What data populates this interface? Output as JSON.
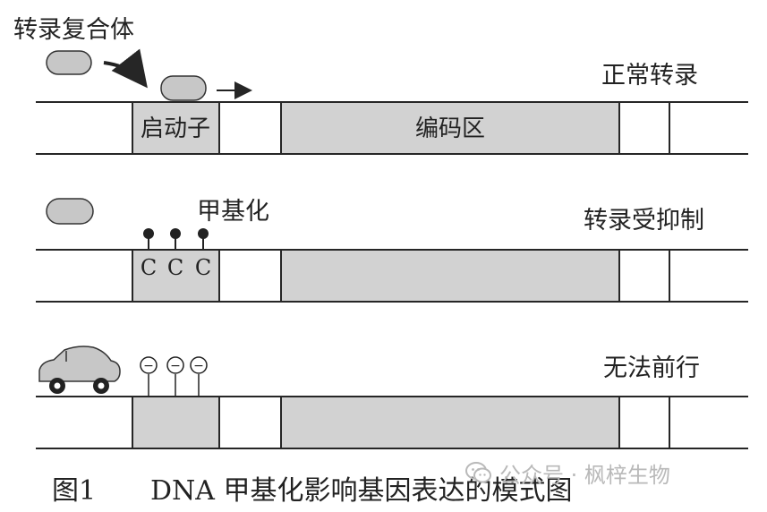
{
  "labels": {
    "complex": "转录复合体",
    "normal": "正常转录",
    "promoter": "启动子",
    "coding": "编码区",
    "methylation": "甲基化",
    "repressed": "转录受抑制",
    "blocked": "无法前行",
    "cpg": [
      "C",
      "C",
      "C"
    ],
    "inhibit_mark": "−"
  },
  "caption": {
    "number": "图1",
    "text": "DNA 甲基化影响基因表达的模式图"
  },
  "watermark": "公众号 · 枫梓生物",
  "colors": {
    "box_fill": "#d2d2d2",
    "line": "#262626",
    "pill": "#c7c7c7",
    "watermark": "#b9b9b9"
  }
}
